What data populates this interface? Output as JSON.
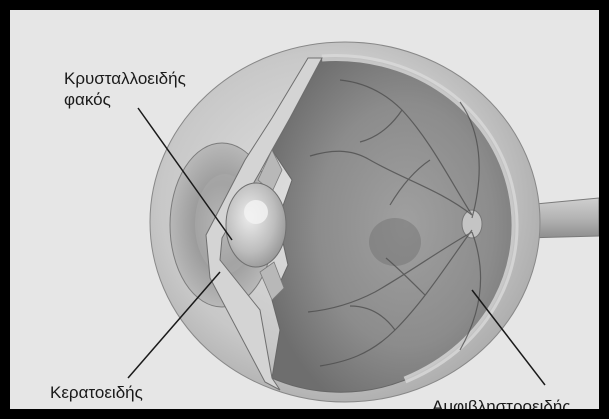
{
  "labels": {
    "lens": [
      "Κρυσταλλοειδής",
      "φακός"
    ],
    "cornea": "Κερατοειδής",
    "retina": "Αμφιβληστροειδής"
  },
  "colors": {
    "frame": "#000000",
    "background": "#e6e6e6",
    "sclera": "#cfcfcf",
    "interior": "#8a8a8a",
    "vessels": "#4a4a4a",
    "leader_lines": "#1a1a1a"
  }
}
